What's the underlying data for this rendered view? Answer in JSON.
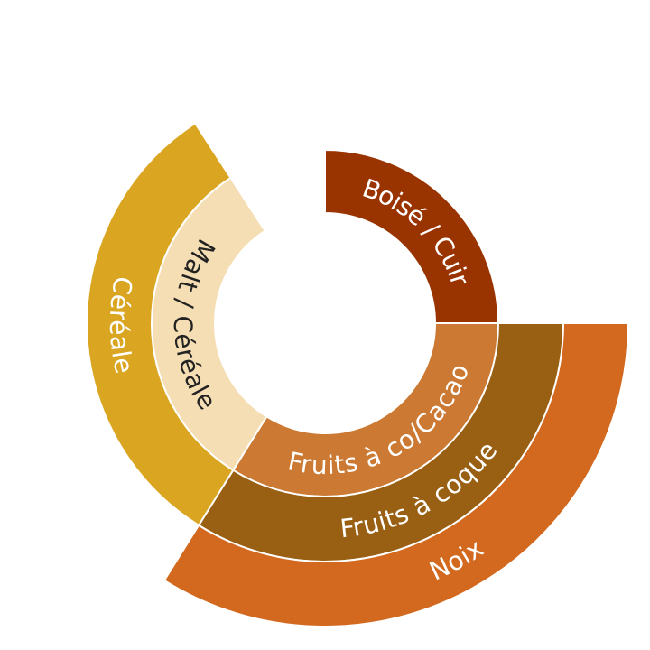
{
  "chart_data": {
    "type": "sunburst",
    "rings": [
      {
        "level": 1,
        "segments": [
          {
            "label": "Boisé / Cuir",
            "start_deg": 0,
            "end_deg": 90,
            "color": "#993300"
          },
          {
            "label": "Fruits à co/Cacao",
            "start_deg": 90,
            "end_deg": 212,
            "color": "#CC7A33"
          },
          {
            "label": "Malt / Céréale",
            "start_deg": 212,
            "end_deg": 327,
            "color": "#F5DEB3"
          }
        ]
      },
      {
        "level": 2,
        "segments": [
          {
            "label": "Fruits à coque",
            "start_deg": 90,
            "end_deg": 212,
            "color": "#996014"
          },
          {
            "label": "Céréale",
            "start_deg": 212,
            "end_deg": 327,
            "color": "#DAA520"
          }
        ]
      },
      {
        "level": 3,
        "segments": [
          {
            "label": "Noix",
            "start_deg": 90,
            "end_deg": 212,
            "color": "#D2691E"
          }
        ]
      }
    ]
  }
}
